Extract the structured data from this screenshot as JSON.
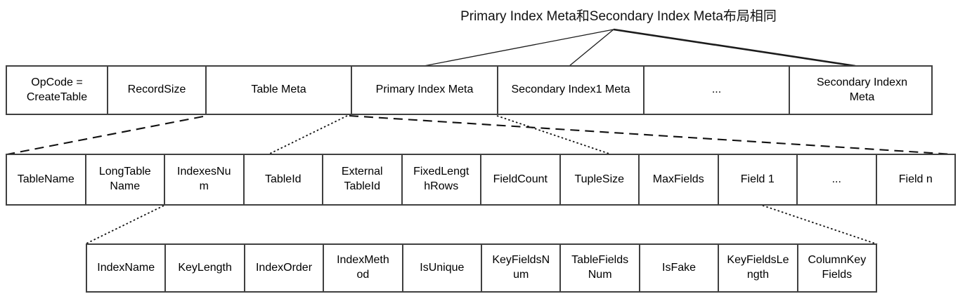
{
  "title": "Primary Index Meta和Secondary Index Meta布局相同",
  "colors": {
    "border": "#404040",
    "line": "#1c1c1c",
    "text": "#000000",
    "background": "#ffffff"
  },
  "record_row": {
    "cells": [
      "OpCode =\nCreateTable",
      "RecordSize",
      "Table Meta",
      "Primary Index Meta",
      "Secondary Index1 Meta",
      "...",
      "Secondary Indexn\nMeta"
    ]
  },
  "table_meta_row": {
    "cells": [
      "TableName",
      "LongTable\nName",
      "IndexesNu\nm",
      "TableId",
      "External\nTableId",
      "FixedLengt\nhRows",
      "FieldCount",
      "TupleSize",
      "MaxFields",
      "Field 1",
      "...",
      "Field n"
    ]
  },
  "index_meta_row": {
    "cells": [
      "IndexName",
      "KeyLength",
      "IndexOrder",
      "IndexMeth\nod",
      "IsUnique",
      "KeyFieldsN\num",
      "TableFields\nNum",
      "IsFake",
      "KeyFieldsLe\nngth",
      "ColumnKey\nFields"
    ]
  }
}
